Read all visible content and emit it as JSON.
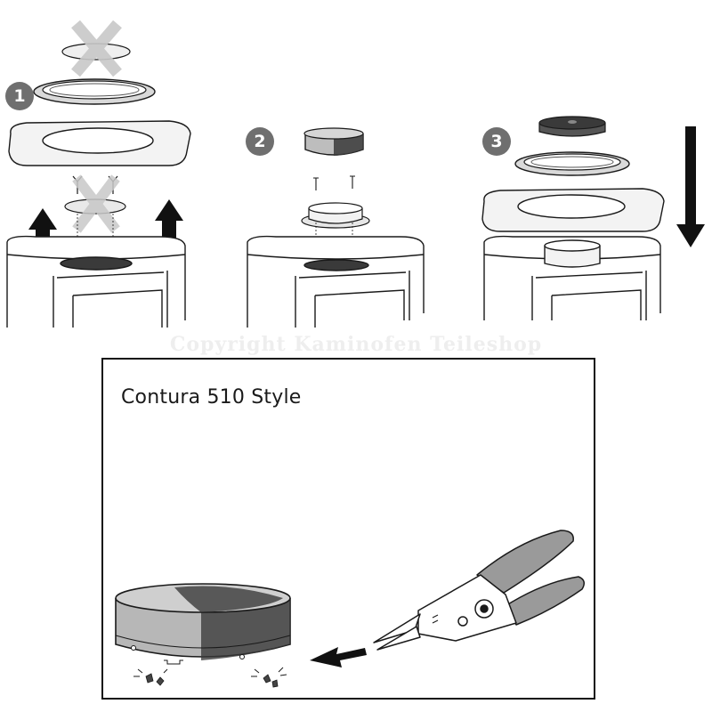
{
  "steps": [
    {
      "number": "1"
    },
    {
      "number": "2"
    },
    {
      "number": "3"
    }
  ],
  "panel": {
    "title": "Contura 510 Style"
  },
  "watermark": "Copyright Kaminofen Teileshop",
  "colors": {
    "line": "#1a1a1a",
    "fill_light": "#efefef",
    "fill_mid": "#bdbdbd",
    "fill_dark": "#3a3a3a",
    "cross": "#c8c8c8",
    "badge": "#6f6f6f",
    "plier_handle": "#9a9a9a"
  }
}
